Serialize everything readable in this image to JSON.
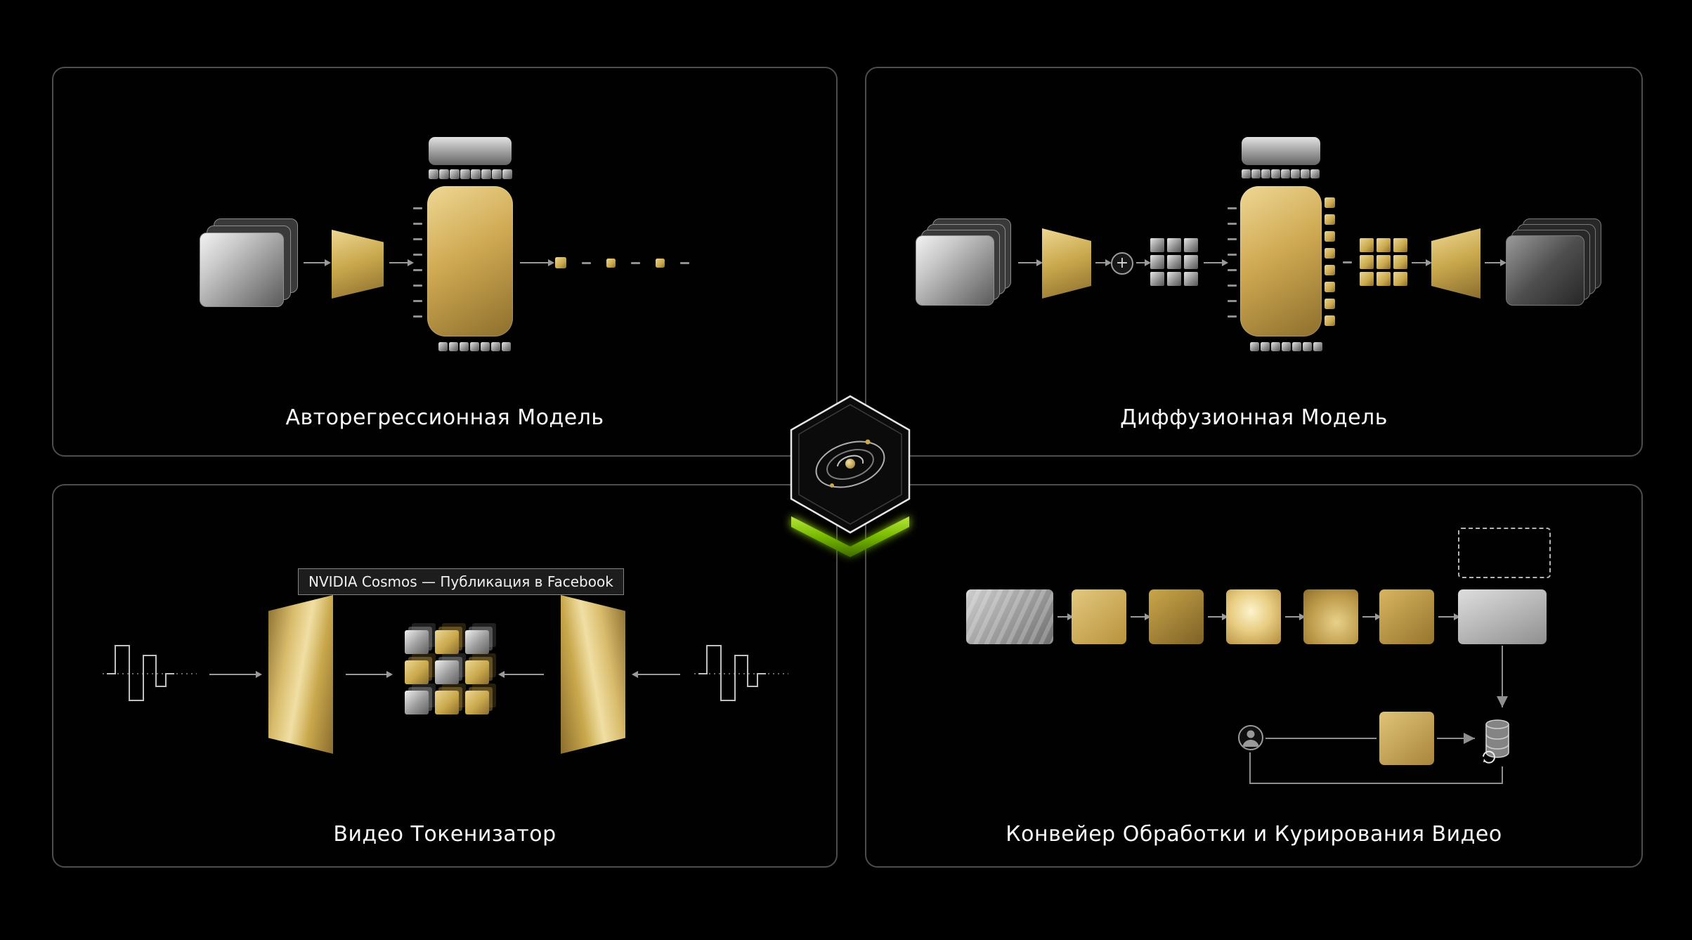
{
  "colors": {
    "background": "#000000",
    "gold": "#c9a84c",
    "gold_light": "#eed794",
    "gold_dark": "#8a6d2f",
    "nvidia_green": "#76b900",
    "panel_border": "#4d4d4d",
    "line_gray": "#9a9a9a",
    "text": "#f5f5f5"
  },
  "panels": {
    "autoregressive": {
      "label": "Авторегрессионная Модель"
    },
    "diffusion": {
      "label": "Диффузионная Модель"
    },
    "tokenizer": {
      "label": "Видео Токенизатор",
      "tooltip": "NVIDIA Cosmos — Публикация в Facebook"
    },
    "pipeline": {
      "label": "Конвейер Обработки и Курирования Видео"
    }
  }
}
